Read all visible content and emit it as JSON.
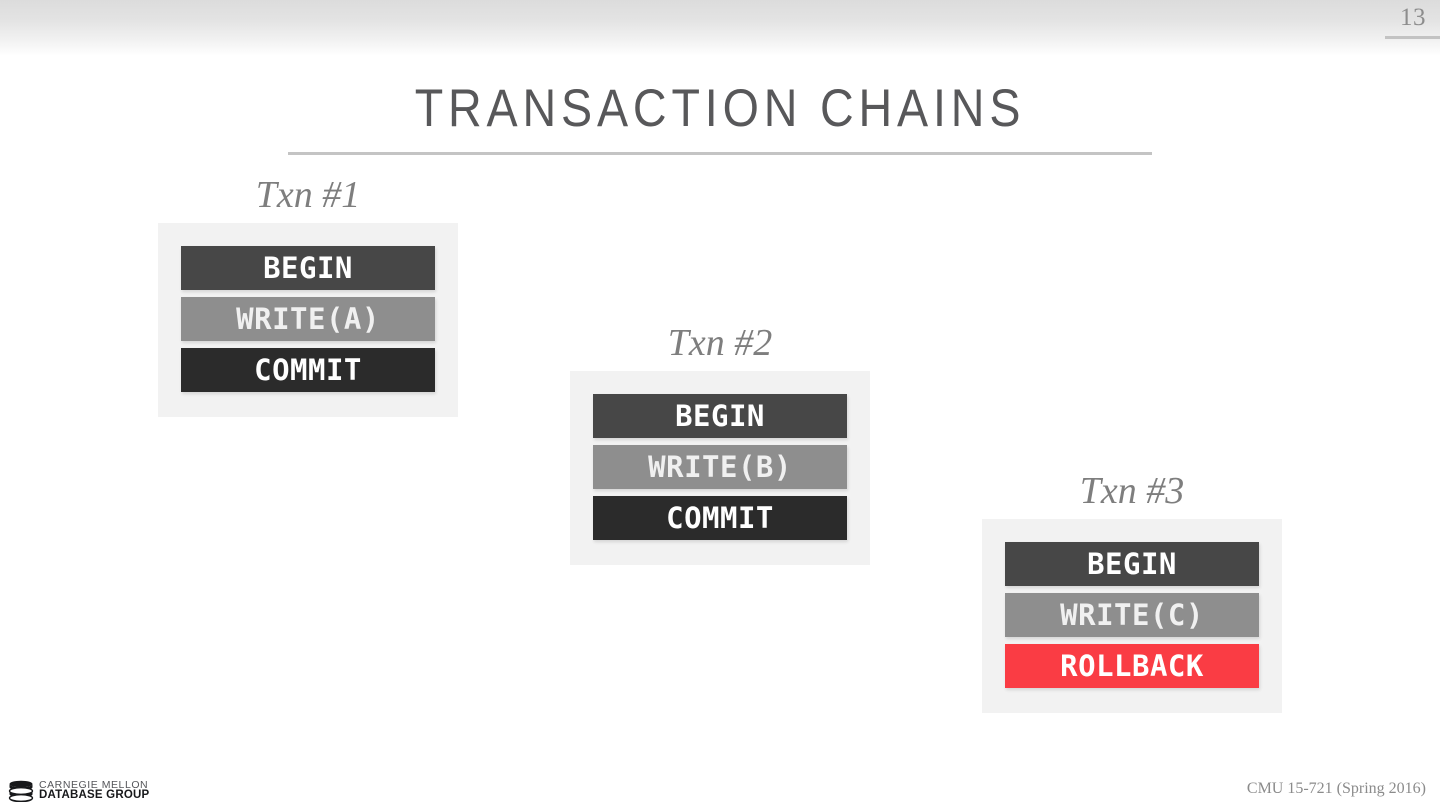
{
  "slide": {
    "page_number": "13",
    "title": "TRANSACTION CHAINS"
  },
  "transactions": [
    {
      "label": "Txn #1",
      "operations": [
        {
          "text": "BEGIN",
          "kind": "begin"
        },
        {
          "text": "WRITE(A)",
          "kind": "write"
        },
        {
          "text": "COMMIT",
          "kind": "commit"
        }
      ]
    },
    {
      "label": "Txn #2",
      "operations": [
        {
          "text": "BEGIN",
          "kind": "begin"
        },
        {
          "text": "WRITE(B)",
          "kind": "write"
        },
        {
          "text": "COMMIT",
          "kind": "commit"
        }
      ]
    },
    {
      "label": "Txn #3",
      "operations": [
        {
          "text": "BEGIN",
          "kind": "begin"
        },
        {
          "text": "WRITE(C)",
          "kind": "write"
        },
        {
          "text": "ROLLBACK",
          "kind": "rollback"
        }
      ]
    }
  ],
  "footer": {
    "logo_line1": "CARNEGIE MELLON",
    "logo_line2": "DATABASE GROUP",
    "course": "CMU 15-721 (Spring 2016)"
  },
  "colors": {
    "begin_bar": "#474747",
    "write_bar": "#8e8e8e",
    "commit_bar": "#2b2b2b",
    "rollback_bar": "#fa3c44",
    "panel_background": "#f2f2f2",
    "title_text": "#58585a",
    "label_text": "#7e7e7e"
  }
}
